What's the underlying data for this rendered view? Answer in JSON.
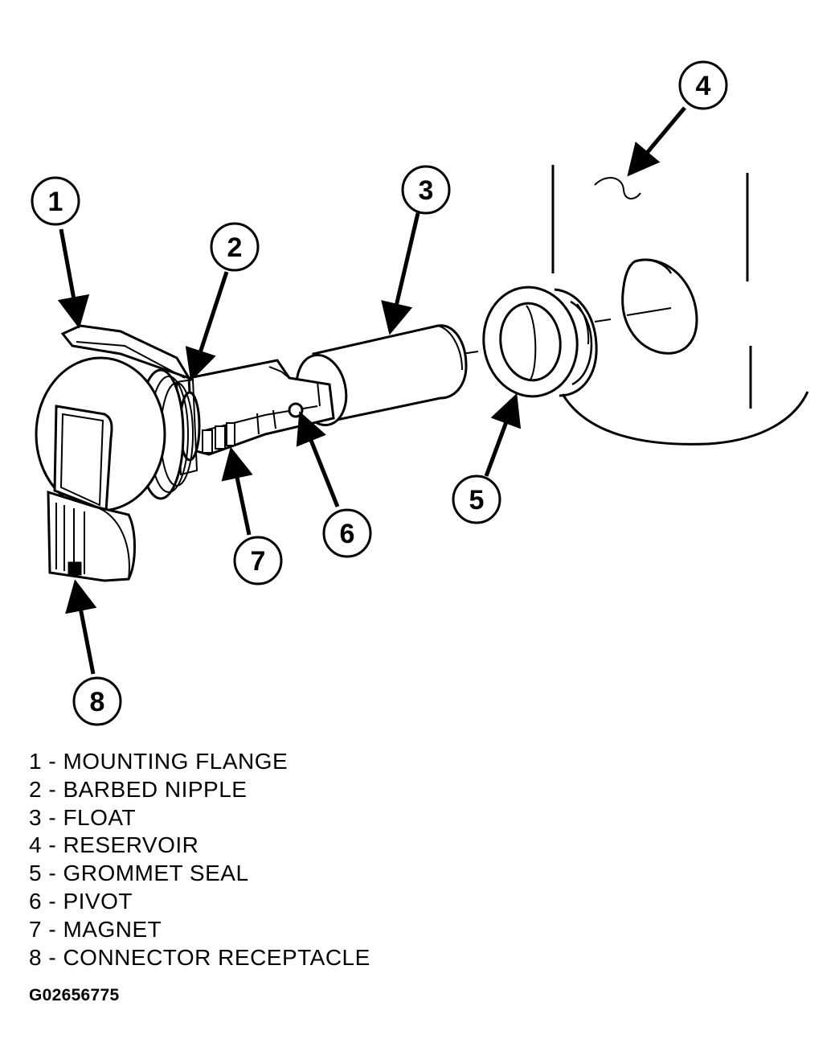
{
  "callouts": [
    "1",
    "2",
    "3",
    "4",
    "5",
    "6",
    "7",
    "8"
  ],
  "legend": [
    "1 - MOUNTING FLANGE",
    "2 - BARBED NIPPLE",
    "3 - FLOAT",
    "4 - RESERVOIR",
    "5 - GROMMET SEAL",
    "6 - PIVOT",
    "7 - MAGNET",
    "8 - CONNECTOR RECEPTACLE"
  ],
  "figure_id": "G02656775"
}
